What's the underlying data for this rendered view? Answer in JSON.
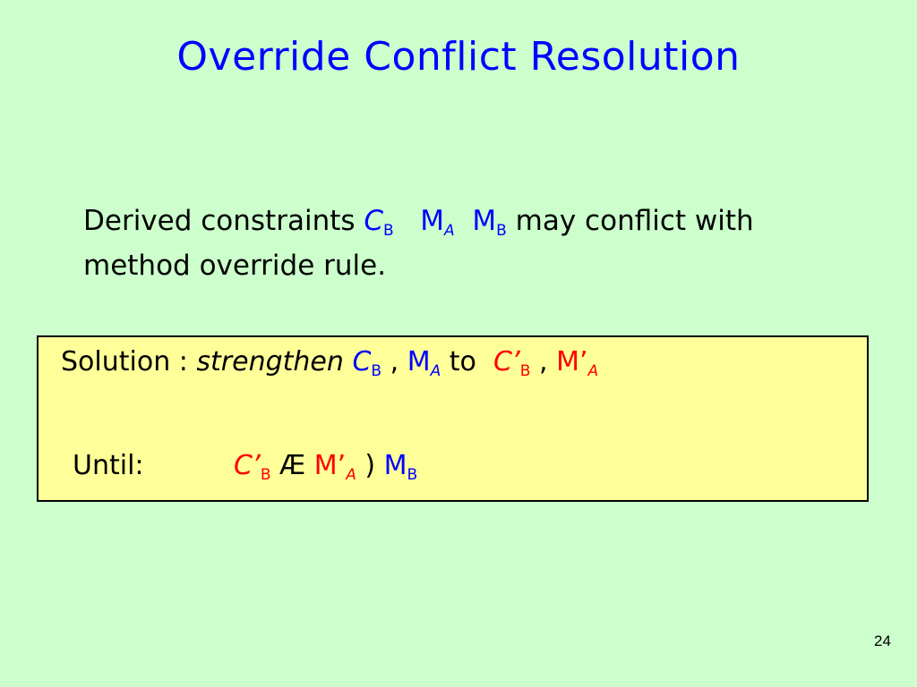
{
  "slide": {
    "title": "Override Conflict Resolution",
    "page_number": "24"
  },
  "body": {
    "line1_prefix": "Derived constraints ",
    "c": "C",
    "c_sub": "B",
    "m1": "M",
    "m1_sub": "A",
    "m2": "M",
    "m2_sub": "B",
    "line1_suffix": " may conflict with",
    "line2": "method override rule."
  },
  "box": {
    "solution_label": "Solution : ",
    "strengthen": "strengthen",
    "c": "C",
    "c_sub": "B",
    "comma1": " , ",
    "m": "M",
    "m_sub": "A",
    "to": " to ",
    "c_prime": "C’",
    "c_prime_sub": "B",
    "comma2": " , ",
    "m_prime": "M’",
    "m_prime_sub": "A",
    "until_label": "Until:",
    "until_c_prime": "C’",
    "until_c_prime_sub": "B",
    "ae": " Æ ",
    "until_m_prime": "M’",
    "until_m_prime_sub": "A",
    "paren": " ) ",
    "until_m": "M",
    "until_m_sub": "B"
  },
  "colors": {
    "background": "#ccffcc",
    "title": "#0000ff",
    "blue": "#0000ff",
    "red": "#ff0000",
    "box_background": "#ffff99"
  }
}
